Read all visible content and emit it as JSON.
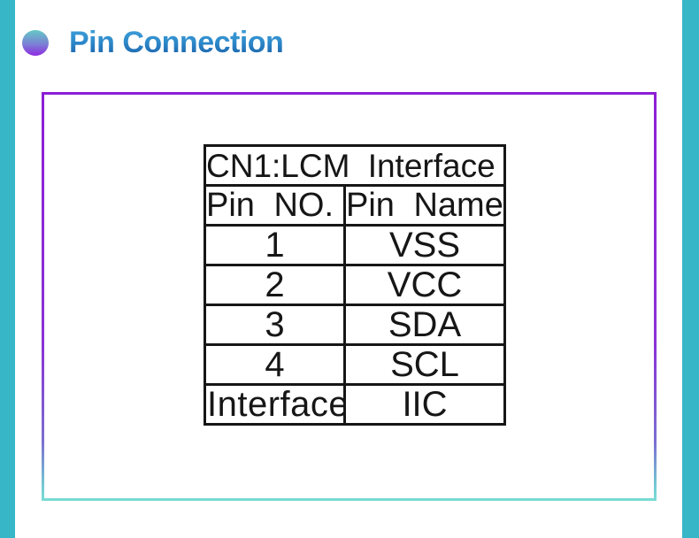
{
  "colors": {
    "accent_teal": "#37b6c8",
    "frame_border_top": "#8d1ed6",
    "frame_border_bottom": "#7adbd5",
    "heading_blue_top": "#41a0d9",
    "heading_blue_bottom": "#1a5fa8",
    "bullet_gradient_top": "#64cac6",
    "bullet_gradient_bottom": "#8e2be2",
    "table_ink": "#161616"
  },
  "heading": {
    "label": "Pin Connection"
  },
  "pin_table": {
    "title": "CN1:LCM Interface",
    "headers": [
      "Pin NO.",
      "Pin Name"
    ],
    "rows": [
      {
        "pin_no": "1",
        "pin_name": "VSS"
      },
      {
        "pin_no": "2",
        "pin_name": "VCC"
      },
      {
        "pin_no": "3",
        "pin_name": "SDA"
      },
      {
        "pin_no": "4",
        "pin_name": "SCL"
      },
      {
        "pin_no": "Interface",
        "pin_name": "IIC"
      }
    ]
  }
}
